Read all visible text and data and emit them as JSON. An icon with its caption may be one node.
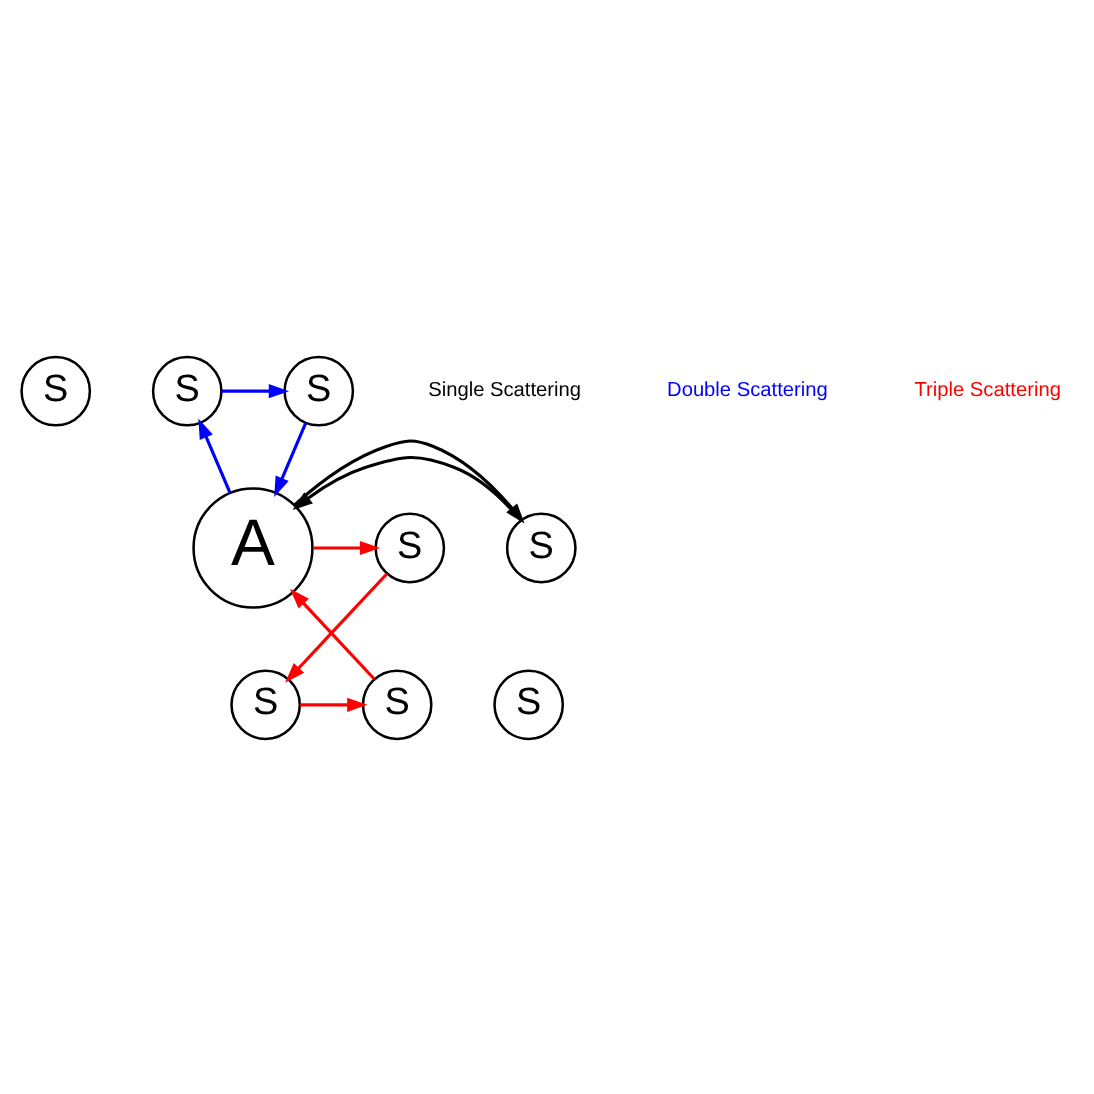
{
  "diagram": {
    "nodes": [
      {
        "text": [
          "S"
        ]
      },
      {
        "text": [
          "S"
        ]
      },
      {
        "text": [
          "S"
        ]
      },
      {
        "text": [
          "S"
        ]
      },
      {
        "text": [
          "A"
        ]
      },
      {
        "text": [
          "S"
        ]
      },
      {
        "text": [
          "S"
        ]
      },
      {
        "text": [
          "S"
        ]
      },
      {
        "text": [
          "S"
        ]
      }
    ],
    "edges": [
      {
        "from": 3,
        "to": 4,
        "arrow": "to",
        "color": "#000000"
      },
      {
        "from": 4,
        "to": 3,
        "arrow": "to",
        "color": "#000000"
      },
      {
        "from": 4,
        "to": 1,
        "arrow": "to",
        "color": "#0000ff"
      },
      {
        "from": 1,
        "to": 2,
        "arrow": "to",
        "color": "#0000ff"
      },
      {
        "from": 2,
        "to": 4,
        "arrow": "to",
        "color": "#0000ff"
      },
      {
        "from": 4,
        "to": 5,
        "arrow": "to",
        "color": "#ff0000"
      },
      {
        "from": 5,
        "to": 8,
        "arrow": "to",
        "color": "#ff0000"
      },
      {
        "from": 8,
        "to": 7,
        "arrow": "to",
        "color": "#ff0000"
      },
      {
        "from": 7,
        "to": 4,
        "arrow": "to",
        "color": "#ff0000"
      }
    ],
    "labels": [
      "Single Scattering",
      "Double Scattering",
      "Triple Scattering"
    ]
  }
}
